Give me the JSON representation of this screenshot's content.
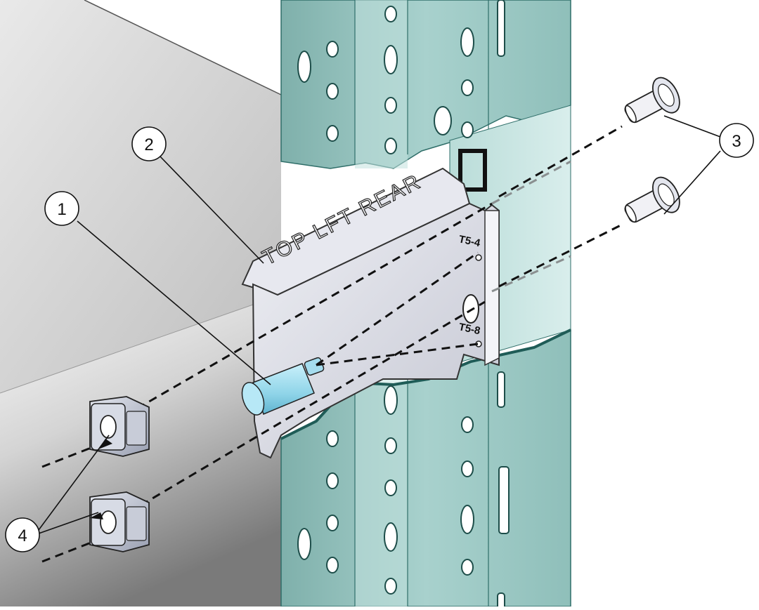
{
  "bracket": {
    "label": "TOP LFT REAR",
    "hole_labels": [
      "T5-4",
      "T5-8"
    ]
  },
  "callouts": [
    "1",
    "2",
    "3",
    "4"
  ],
  "colors": {
    "rail": "#9dc7c3",
    "rail_dark": "#6fa39f",
    "rail_edge": "#3f7f7a",
    "bracket": "#d6d8e2",
    "pin": "#8fd4e8",
    "cage_nut": "#bfc4d2",
    "screw": "#f1f1f5",
    "surface_light": "#f4f4f4",
    "surface_dark": "#8a8a8a"
  },
  "icons": [
    "alignment-pin",
    "mounting-bracket",
    "screw",
    "cage-nut"
  ]
}
